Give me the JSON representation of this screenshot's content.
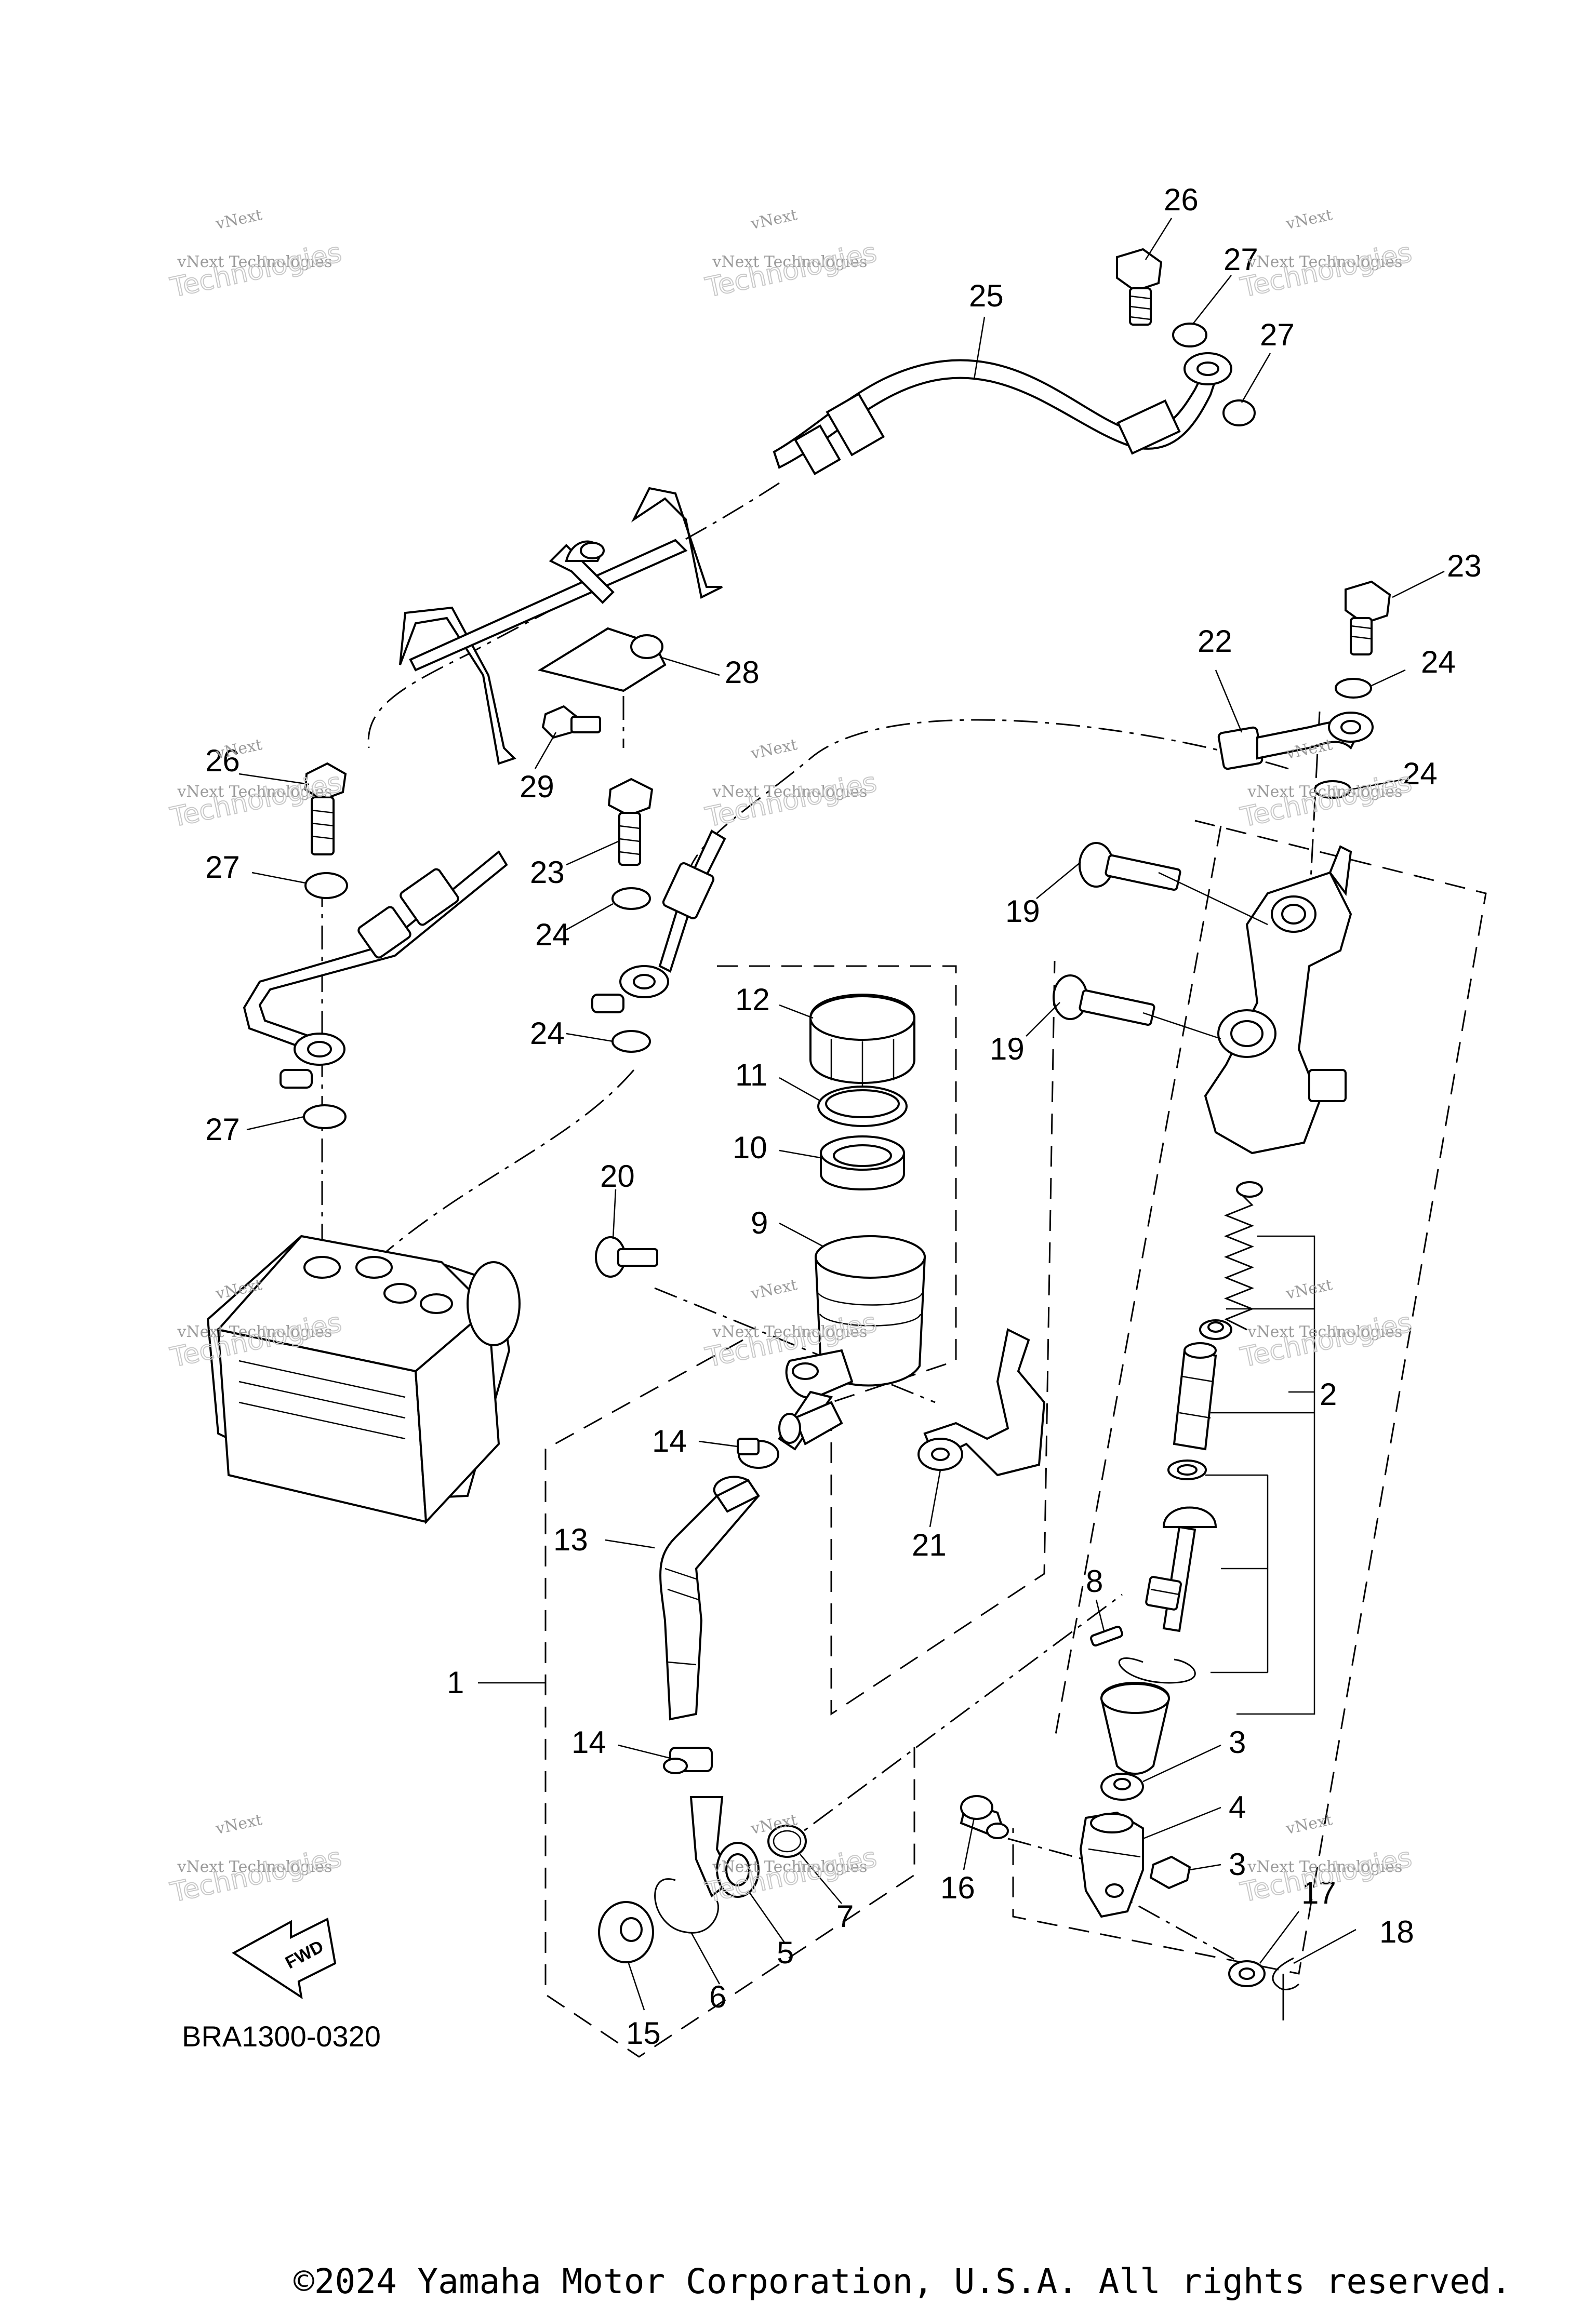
{
  "diagram_code": "BRA1300-0320",
  "copyright": "©2024 Yamaha Motor Corporation, U.S.A. All rights reserved.",
  "fwd_label": "FWD",
  "watermark": {
    "line1": "vNext",
    "line2": "vNext Technologies",
    "line3": "Technologies"
  },
  "callouts": [
    "1",
    "2",
    "3",
    "3",
    "4",
    "5",
    "6",
    "7",
    "8",
    "9",
    "10",
    "11",
    "12",
    "13",
    "14",
    "14",
    "15",
    "16",
    "17",
    "18",
    "19",
    "19",
    "20",
    "21",
    "22",
    "23",
    "23",
    "24",
    "24",
    "24",
    "24",
    "25",
    "26",
    "26",
    "27",
    "27",
    "27",
    "27",
    "28",
    "29"
  ]
}
